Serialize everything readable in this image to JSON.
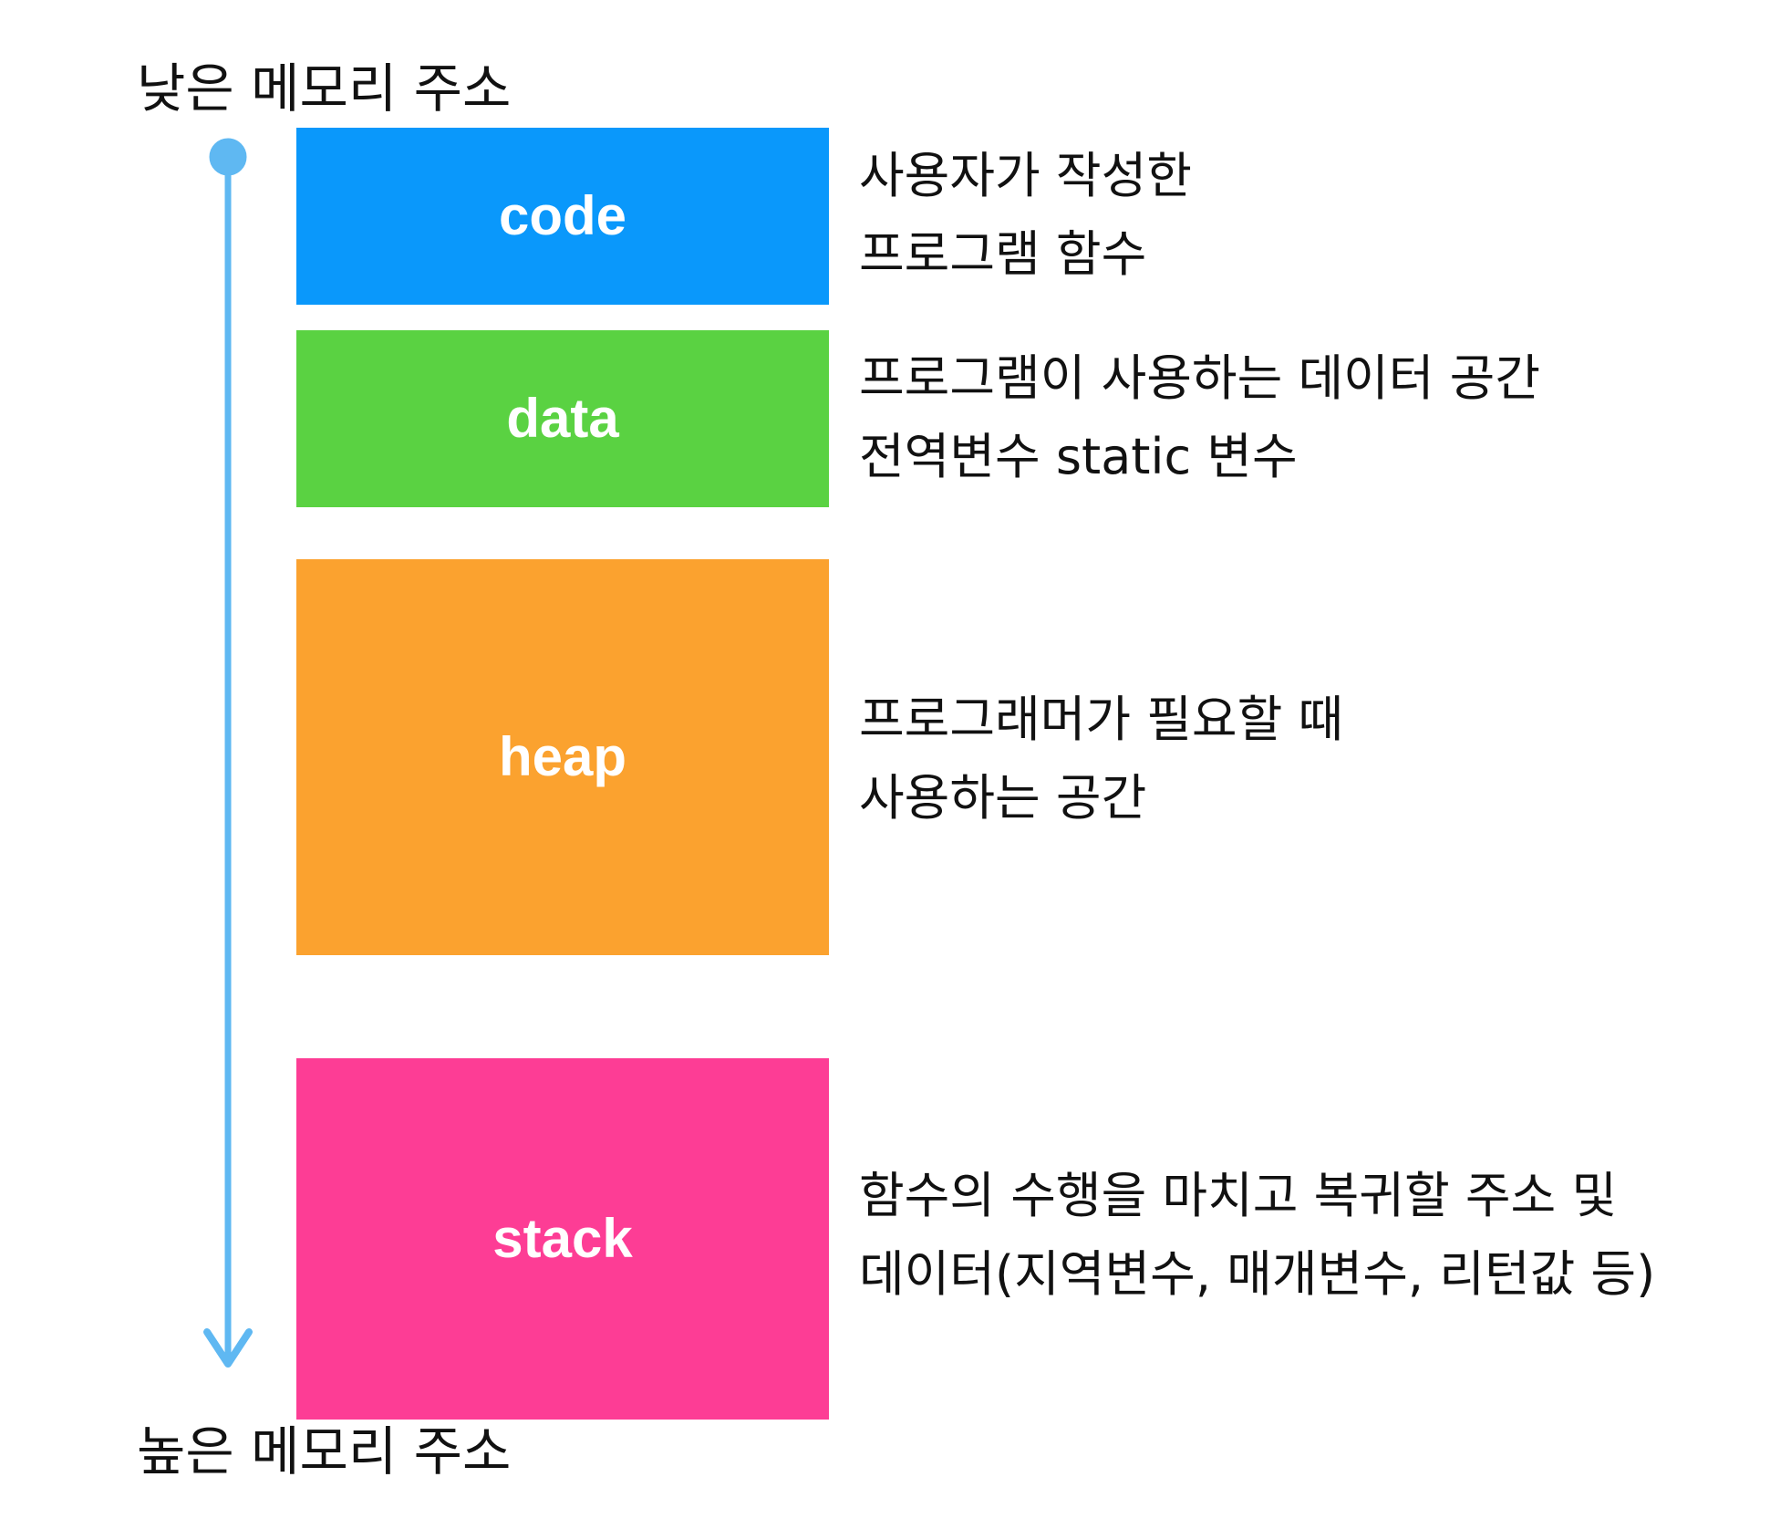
{
  "address_labels": {
    "low": "낮은 메모리 주소",
    "high": "높은 메모리 주소"
  },
  "segments": [
    {
      "id": "code",
      "label": "code",
      "color": "#0A98FB",
      "description": [
        "사용자가 작성한",
        "프로그램 함수"
      ]
    },
    {
      "id": "data",
      "label": "data",
      "color": "#5AD242",
      "description": [
        "프로그램이 사용하는 데이터 공간",
        "전역변수 static 변수"
      ]
    },
    {
      "id": "heap",
      "label": "heap",
      "color": "#FBA22F",
      "description": [
        "프로그래머가 필요할 때",
        "사용하는 공간"
      ]
    },
    {
      "id": "stack",
      "label": "stack",
      "color": "#FD3D95",
      "description": [
        "함수의 수행을 마치고 복귀할 주소 및",
        "데이터(지역변수, 매개변수, 리턴값 등)"
      ]
    }
  ],
  "arrow": {
    "color": "#5FB8F2",
    "direction": "down"
  }
}
